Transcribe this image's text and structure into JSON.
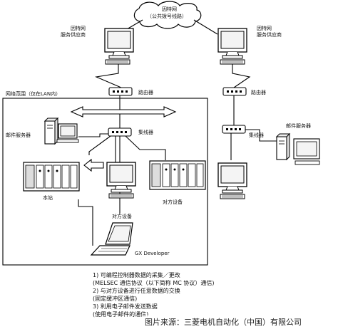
{
  "internet": {
    "title": "因特网",
    "subtitle": "（公共拨号线路）"
  },
  "labels": {
    "isp_left": "因特网\n服务供应商",
    "isp_right": "因特网\n服务供应商",
    "router_left": "路由器",
    "router_right": "路由器",
    "hub_left": "集线器",
    "hub_right": "集线器",
    "network_scope": "网络范围（仅在LAN内）",
    "mail_server_left": "邮件服务器",
    "mail_server_right": "邮件服务器",
    "local_station": "本站",
    "partner_device_plc": "对方设备",
    "partner_device_pc": "对方设备",
    "gx_developer": "GX Developer"
  },
  "notes": [
    "1)  可编程控制器数据的采集／更改",
    "     (MELSEC 通信协议（以下简称 MC 协议）通信)",
    "2)  与对方设备进行任意数据的交换",
    "     (固定缓冲区通信)",
    "3)  利用电子邮件发送数据",
    "     (使用电子邮件的通信)"
  ],
  "watermark": "图片来源：三菱电机自动化（中国）有限公司"
}
